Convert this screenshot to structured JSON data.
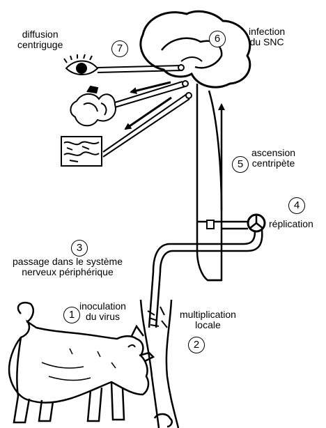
{
  "labels": {
    "diffusion": [
      "diffusion",
      "centriguge"
    ],
    "infection": [
      "infection",
      "du SNC"
    ],
    "ascension": [
      "ascension",
      "centripète"
    ],
    "replication": [
      "réplication"
    ],
    "passage": [
      "passage dans le système",
      "nerveux périphérique"
    ],
    "inoculation": [
      "inoculation",
      "du virus"
    ],
    "multiplication": [
      "multiplication",
      "locale"
    ]
  },
  "steps": {
    "s1": "1",
    "s2": "2",
    "s3": "3",
    "s4": "4",
    "s5": "5",
    "s6": "6",
    "s7": "7"
  }
}
